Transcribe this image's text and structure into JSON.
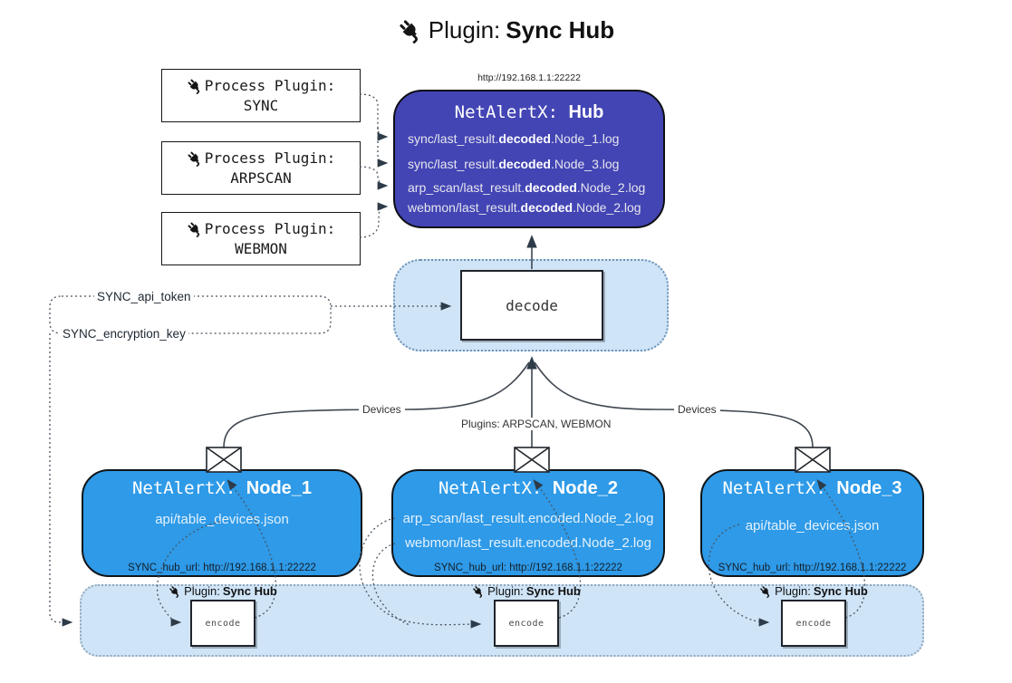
{
  "title": {
    "prefix": "Plugin:",
    "name": "Sync Hub"
  },
  "process_plugins": [
    {
      "label": "Process Plugin:",
      "name": "SYNC"
    },
    {
      "label": "Process Plugin:",
      "name": "ARPSCAN"
    },
    {
      "label": "Process Plugin:",
      "name": "WEBMON"
    }
  ],
  "hub": {
    "url": "http://192.168.1.1:22222",
    "title_prefix": "NetAlertX:",
    "title_name": "Hub",
    "rows": [
      {
        "pre": "sync/last_result.",
        "bold": "decoded",
        "post": ".Node_1.log"
      },
      {
        "pre": "sync/last_result.",
        "bold": "decoded",
        "post": ".Node_3.log"
      },
      {
        "pre": "arp_scan/last_result.",
        "bold": "decoded",
        "post": ".Node_2.log"
      },
      {
        "pre": "webmon/last_result.",
        "bold": "decoded",
        "post": ".Node_2.log"
      }
    ]
  },
  "decode": {
    "box_label": "decode"
  },
  "config": {
    "api_token_label": "SYNC_api_token",
    "encryption_key_label": "SYNC_encryption_key"
  },
  "edges": {
    "left_label": "Devices",
    "center_label": "Plugins: ARPSCAN, WEBMON",
    "right_label": "Devices"
  },
  "nodes": [
    {
      "title_prefix": "NetAlertX:",
      "title_name": "Node_1",
      "lines": [
        "api/table_devices.json"
      ],
      "hub_url": "SYNC_hub_url: http://192.168.1.1:22222"
    },
    {
      "title_prefix": "NetAlertX:",
      "title_name": "Node_2",
      "lines": [
        "arp_scan/last_result.encoded.Node_2.log",
        "webmon/last_result.encoded.Node_2.log"
      ],
      "hub_url": "SYNC_hub_url: http://192.168.1.1:22222"
    },
    {
      "title_prefix": "NetAlertX:",
      "title_name": "Node_3",
      "lines": [
        "api/table_devices.json"
      ],
      "hub_url": "SYNC_hub_url: http://192.168.1.1:22222"
    }
  ],
  "encoders": [
    {
      "plugin_prefix": "Plugin:",
      "plugin_name": "Sync Hub",
      "box_label": "encode"
    },
    {
      "plugin_prefix": "Plugin:",
      "plugin_name": "Sync Hub",
      "box_label": "encode"
    },
    {
      "plugin_prefix": "Plugin:",
      "plugin_name": "Sync Hub",
      "box_label": "encode"
    }
  ],
  "colors": {
    "hub_fill": "#4345b4",
    "node_fill": "#2e9ae8",
    "panel_fill": "#cfe4f7",
    "line": "#3f4650"
  }
}
